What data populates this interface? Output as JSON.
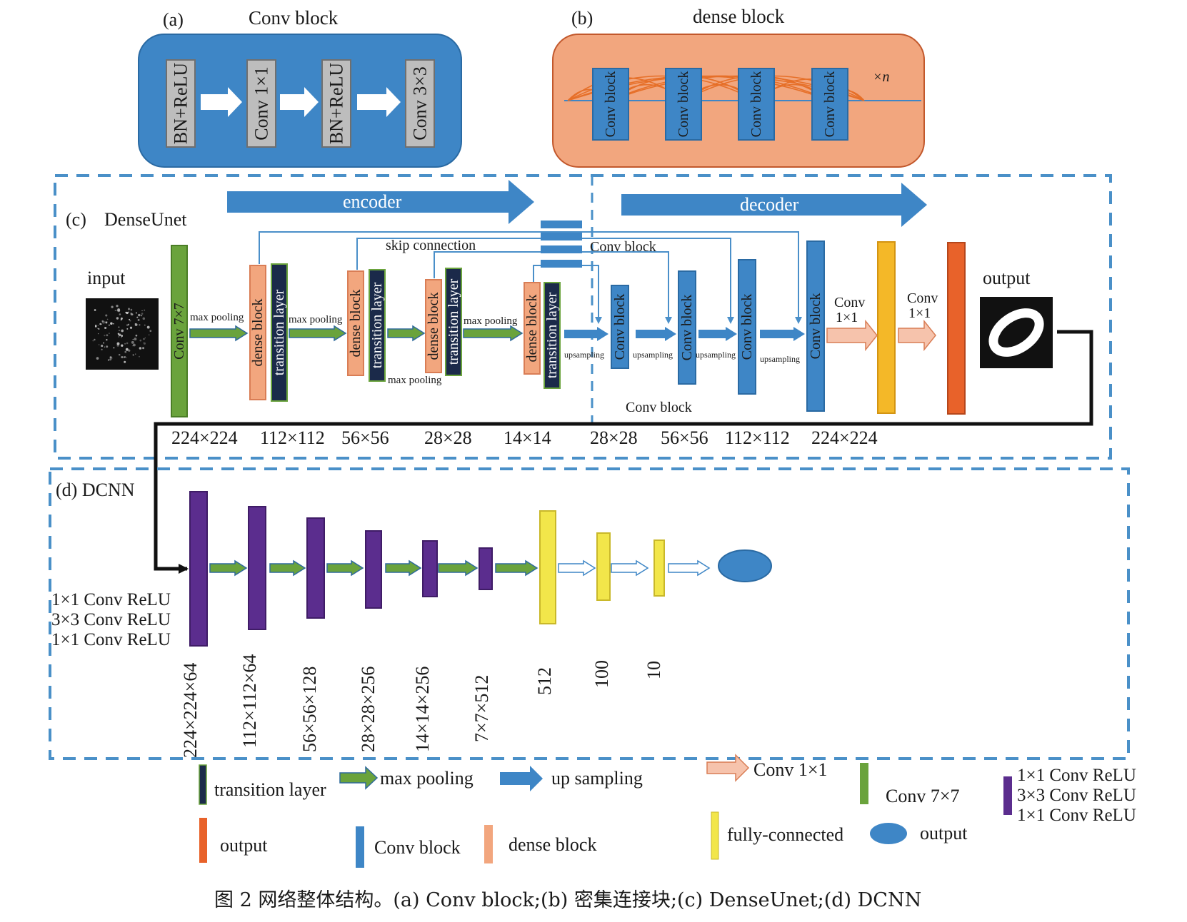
{
  "panel_a": {
    "tag": "(a)",
    "title": "Conv block",
    "layers": [
      "BN+ReLU",
      "Conv 1×1",
      "BN+ReLU",
      "Conv 3×3"
    ]
  },
  "panel_b": {
    "tag": "(b)",
    "title": "dense block",
    "block_label": "Conv block",
    "repeat": "×n"
  },
  "panel_c": {
    "tag": "(c)",
    "title": "DenseUnet",
    "encoder_label": "encoder",
    "decoder_label": "decoder",
    "input_label": "input",
    "output_label": "output",
    "conv7_label": "Conv 7×7",
    "dense_label": "dense block",
    "transition_label": "transition layer",
    "conv_block_label": "Conv block",
    "max_pooling": "max pooling",
    "upsampling": "upsampling",
    "skip_connection": "skip connection",
    "conv1x1_a": [
      "Conv",
      "1×1"
    ],
    "conv1x1_b": [
      "Conv",
      "1×1"
    ],
    "sizes": [
      "224×224",
      "112×112",
      "56×56",
      "28×28",
      "14×14",
      "28×28",
      "56×56",
      "112×112",
      "224×224"
    ]
  },
  "panel_d": {
    "tag": "(d) DCNN",
    "conv_desc": [
      "1×1 Conv ReLU",
      "3×3 Conv ReLU",
      "1×1 Conv ReLU"
    ],
    "dims": [
      "224×224×64",
      "112×112×64",
      "56×56×128",
      "28×28×256",
      "14×14×256",
      "7×7×512",
      "512",
      "100",
      "10"
    ]
  },
  "legend": {
    "transition_layer": "transition layer",
    "max_pooling": "max pooling",
    "up_sampling": "up sampling",
    "conv1x1": "Conv 1×1",
    "conv7x7": "Conv 7×7",
    "conv_relu": [
      "1×1 Conv ReLU",
      "3×3 Conv ReLU",
      "1×1 Conv ReLU"
    ],
    "output": "output",
    "conv_block": "Conv block",
    "dense_block": "dense block",
    "fully_connected": "fully-connected",
    "output_ellipse": "output"
  },
  "caption": "图 2  网络整体结构。(a) Conv block;(b) 密集连接块;(c) DenseUnet;(d) DCNN",
  "colors": {
    "blue": "#3e86c6",
    "salmon": "#f2a67e",
    "green": "#6aa33c",
    "navy": "#1b2a4a",
    "purple": "#5b2d8e",
    "yellow": "#f2e64a",
    "orange": "#e8622a",
    "gold": "#f4b828",
    "gray": "#bdbdbd",
    "dash": "#4a90c8"
  }
}
